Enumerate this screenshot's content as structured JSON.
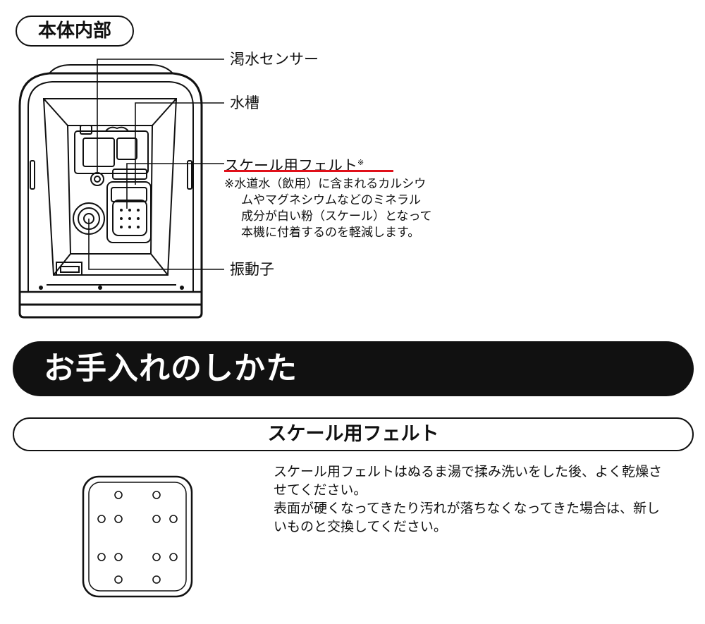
{
  "section_title": "本体内部",
  "callouts": {
    "sensor": "渇水センサー",
    "tank": "水槽",
    "felt": "スケール用フェルト",
    "felt_mark": "※",
    "vibrator": "振動子"
  },
  "note_lines": [
    "※水道水（飲用）に含まれるカルシウ",
    "ムやマグネシウムなどのミネラル",
    "成分が白い粉（スケール）となって",
    "本機に付着するのを軽減します。"
  ],
  "care_title": "お手入れのしかた",
  "felt_section": {
    "title": "スケール用フェルト",
    "desc_lines": [
      "スケール用フェルトはぬるま湯で揉み洗いをした後、よく乾燥さ",
      "せてください。",
      "表面が硬くなってきたり汚れが落ちなくなってきた場合は、新し",
      "いものと交換してください。"
    ]
  },
  "colors": {
    "accent_underline": "#e0101a",
    "band": "#111111"
  }
}
